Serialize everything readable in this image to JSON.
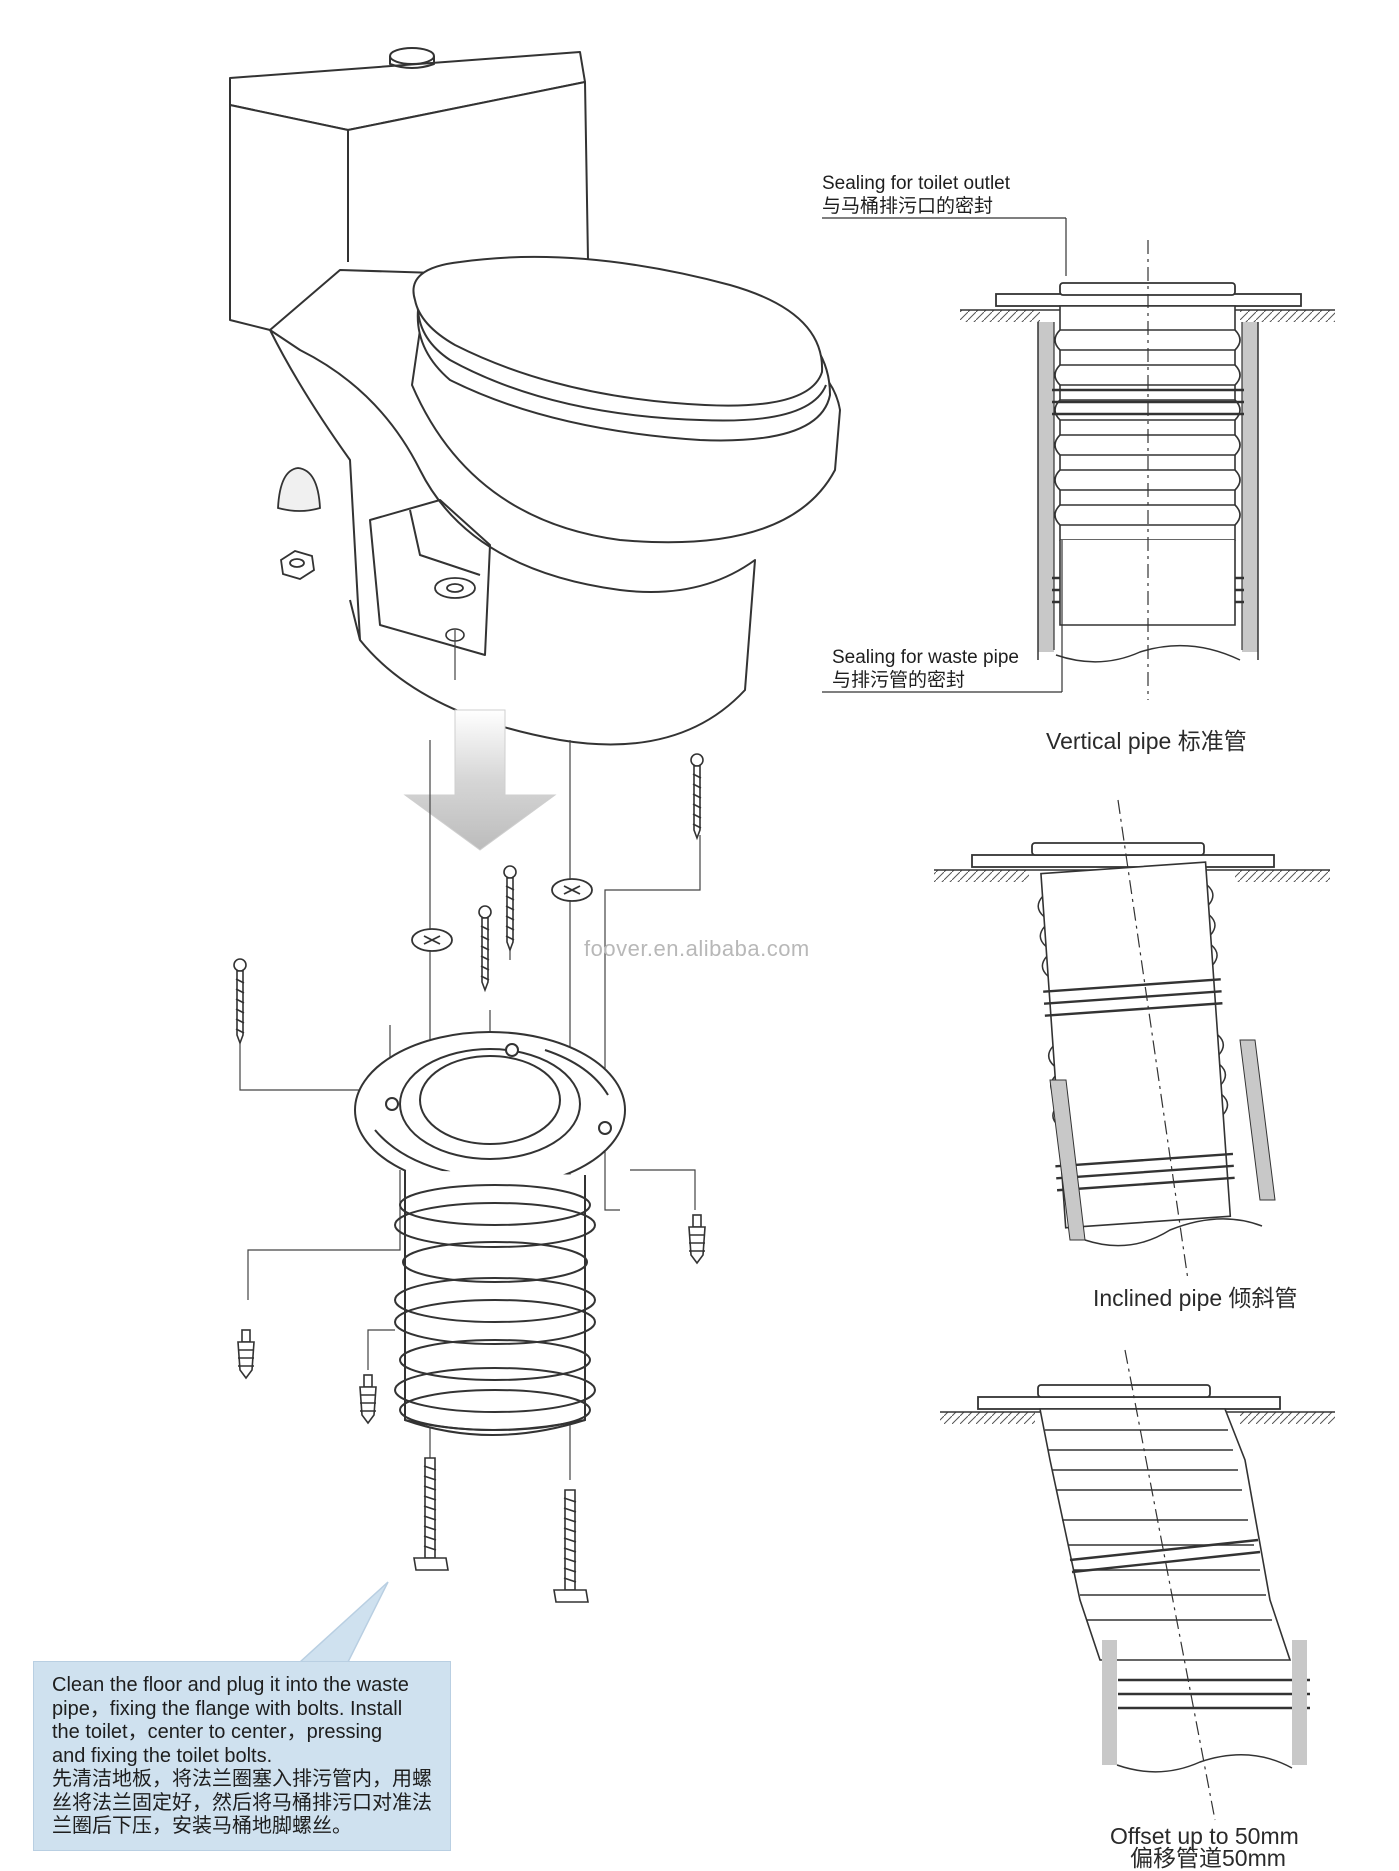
{
  "labels": {
    "outlet_en": "Sealing for toilet outlet",
    "outlet_zh": "与马桶排污口的密封",
    "waste_en": "Sealing for waste pipe",
    "waste_zh": "与排污管的密封",
    "vertical": "Vertical pipe 标准管",
    "inclined": "Inclined pipe  倾斜管",
    "offset_en": "Offset up to 50mm",
    "offset_zh": "偏移管道50mm"
  },
  "watermark": "foover.en.alibaba.com",
  "note": {
    "lines": [
      "Clean the floor and plug it into the waste",
      "pipe，fixing the flange with bolts. Install",
      "the toilet，center to center，pressing",
      "and fixing the toilet bolts.",
      "先清洁地板，将法兰圈塞入排污管内，用螺",
      "丝将法兰固定好，然后将马桶排污口对准法",
      "兰圈后下压，安装马桶地脚螺丝。"
    ]
  },
  "colors": {
    "line": "#333333",
    "callout_bg": "#cfe1ef",
    "arrow": "#c8c8c8",
    "pipe_wall": "#bdbdbd"
  }
}
